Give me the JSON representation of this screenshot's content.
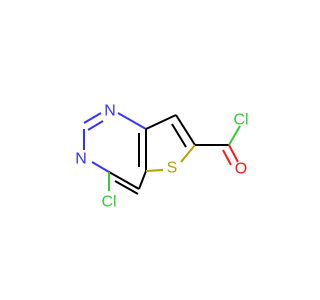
{
  "molecule": {
    "atoms": {
      "n1": {
        "symbol": "N",
        "color": "#3333ff"
      },
      "n3": {
        "symbol": "N",
        "color": "#3333ff"
      },
      "s": {
        "symbol": "S",
        "color": "#b3a100"
      },
      "o": {
        "symbol": "O",
        "color": "#ff1a1a"
      },
      "cl4": {
        "symbol": "Cl",
        "color": "#33cc33"
      },
      "cl_acyl": {
        "symbol": "Cl",
        "color": "#33cc33"
      }
    }
  }
}
